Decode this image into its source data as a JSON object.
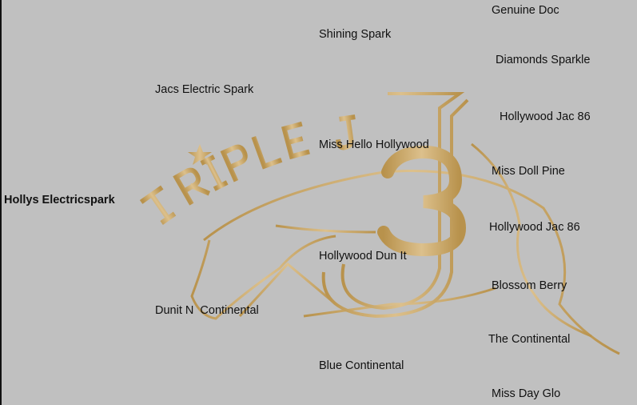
{
  "pedigree": {
    "subject": "Hollys Electricspark",
    "sire": "Jacs Electric Spark",
    "dam": "Dunit N  Continental",
    "sire_sire": "Shining Spark",
    "sire_dam": "Miss Hello Hollywood",
    "dam_sire": "Hollywood Dun It",
    "dam_dam": "Blue Continental",
    "ss_sire": "Genuine Doc",
    "ss_dam": "Diamonds Sparkle",
    "sd_sire": "Hollywood Jac 86",
    "sd_dam": "Miss Doll Pine",
    "ds_sire": "Hollywood Jac 86",
    "ds_dam": "Blossom Berry",
    "dd_sire": "The Continental",
    "dd_dam": "Miss Day Glo"
  },
  "watermark": {
    "arc_text": "TRIPLE J",
    "monogram": "3",
    "color": "#c9a25a"
  }
}
